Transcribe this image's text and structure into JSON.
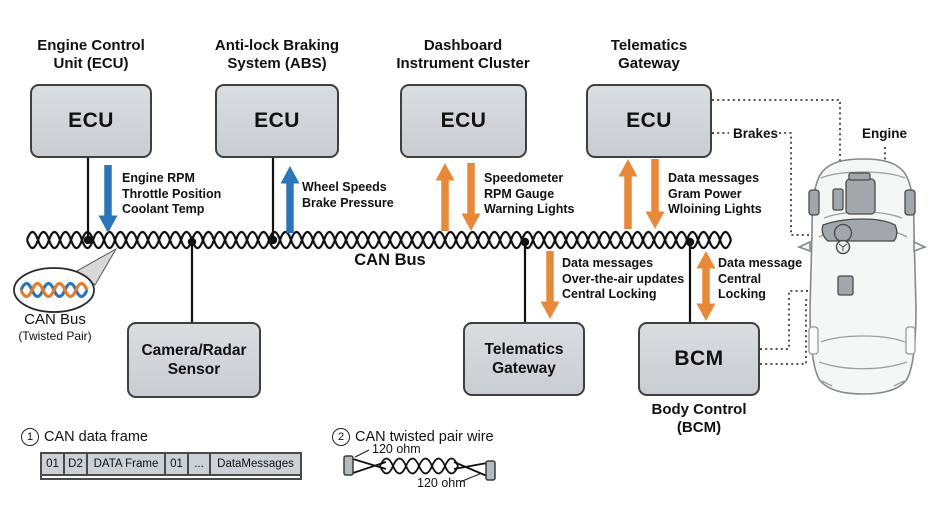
{
  "colors": {
    "arrow_blue": "#2b76b9",
    "arrow_orange": "#e8893a",
    "wire_blue": "#2b76b9",
    "wire_orange": "#e07c2c",
    "box_fill": "#ced3d6",
    "box_border": "#3d3f42"
  },
  "nodes": {
    "engine_ecu": {
      "title": [
        "Engine Control",
        "Unit (ECU)"
      ],
      "label": "ECU"
    },
    "abs_ecu": {
      "title": [
        "Anti-lock Braking",
        "System (ABS)"
      ],
      "label": "ECU"
    },
    "dashboard_ecu": {
      "title": [
        "Dashboard",
        "Instrument Cluster"
      ],
      "label": "ECU"
    },
    "telematics_ecu": {
      "title": [
        "Telematics",
        "Gateway"
      ],
      "label": "ECU"
    },
    "camera_sensor": {
      "label": [
        "Camera/Radar",
        "Sensor"
      ]
    },
    "telematics_gateway": {
      "label": [
        "Telematics",
        "Gateway"
      ]
    },
    "bcm": {
      "label": "BCM",
      "caption": [
        "Body Control",
        "(BCM)"
      ]
    }
  },
  "flows": {
    "engine": [
      "Engine RPM",
      "Throttle Position",
      "Coolant Temp"
    ],
    "abs": [
      "Wheel Speeds",
      "Brake Pressure"
    ],
    "dashboard": [
      "Speedometer",
      "RPM Gauge",
      "Warning Lights"
    ],
    "telematics": [
      "Data messages",
      "Gram Power",
      "Wloining Lights"
    ],
    "gateway": [
      "Data messages",
      "Over-the-air updates",
      "Central Locking"
    ],
    "bcm": [
      "Data message",
      "Central",
      "Locking"
    ]
  },
  "bus": {
    "label": "CAN Bus"
  },
  "magnifier": {
    "title": "CAN Bus",
    "subtitle": "(Twisted Pair)"
  },
  "car": {
    "brakes_label": "Brakes",
    "engine_label": "Engine"
  },
  "legend_frame": {
    "number": "1",
    "title": "CAN data frame",
    "cells": [
      "01",
      "D2",
      "DATA Frame",
      "01",
      "...",
      "DataMessages"
    ]
  },
  "legend_wire": {
    "number": "2",
    "title": "CAN twisted pair wire",
    "top_label": "120 ohm",
    "bottom_label": "120 ohm"
  }
}
